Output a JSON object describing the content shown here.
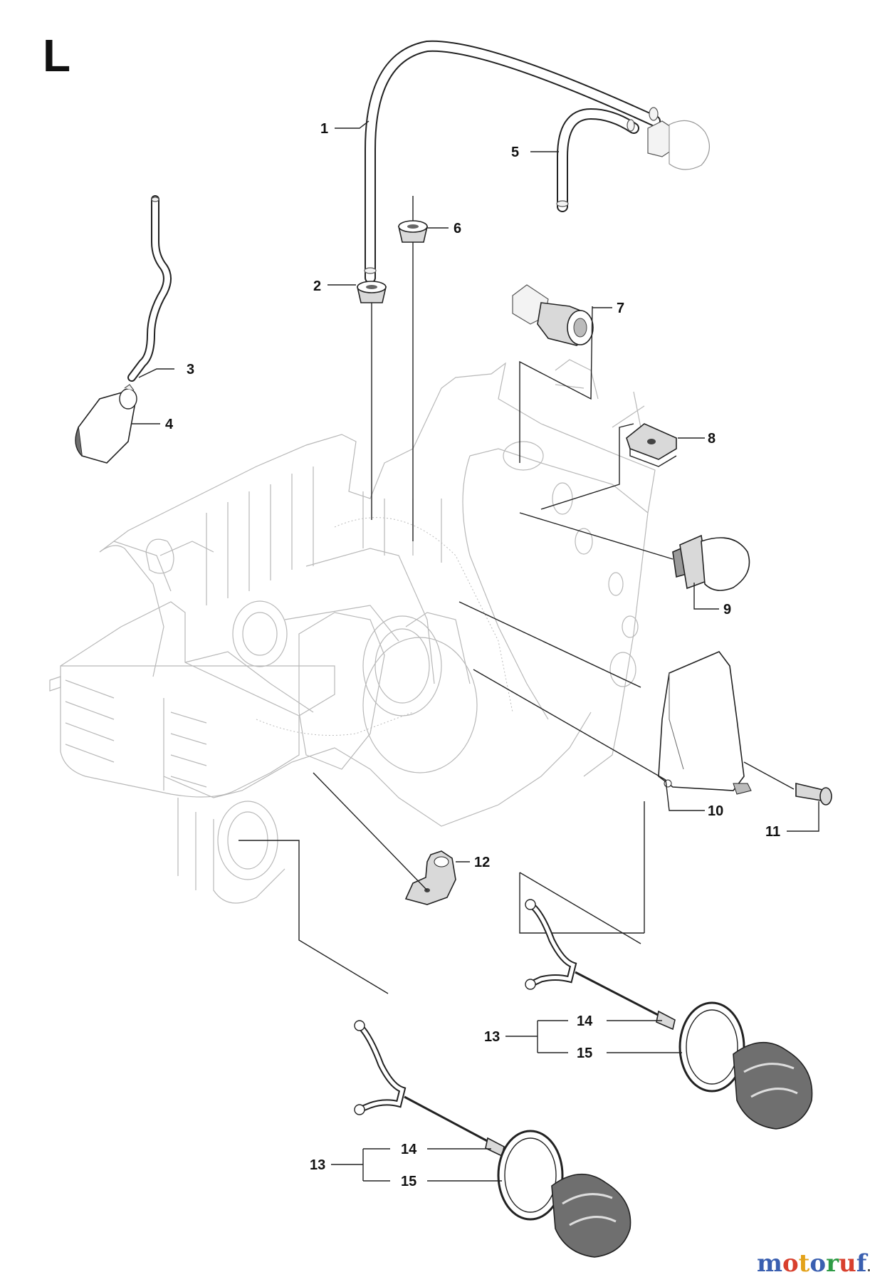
{
  "section_letter": "L",
  "callouts": [
    {
      "id": "c1",
      "label": "1"
    },
    {
      "id": "c2",
      "label": "2"
    },
    {
      "id": "c3",
      "label": "3"
    },
    {
      "id": "c4",
      "label": "4"
    },
    {
      "id": "c5",
      "label": "5"
    },
    {
      "id": "c6",
      "label": "6"
    },
    {
      "id": "c7",
      "label": "7"
    },
    {
      "id": "c8",
      "label": "8"
    },
    {
      "id": "c9",
      "label": "9"
    },
    {
      "id": "c10",
      "label": "10"
    },
    {
      "id": "c11",
      "label": "11"
    },
    {
      "id": "c12",
      "label": "12"
    },
    {
      "id": "c13a",
      "label": "13"
    },
    {
      "id": "c14a",
      "label": "14"
    },
    {
      "id": "c15a",
      "label": "15"
    },
    {
      "id": "c13b",
      "label": "13"
    },
    {
      "id": "c14b",
      "label": "14"
    },
    {
      "id": "c15b",
      "label": "15"
    }
  ],
  "watermark": {
    "letters": [
      "m",
      "o",
      "t",
      "o",
      "r",
      "u",
      "f"
    ],
    "colors": [
      "#3a5fb0",
      "#d8402e",
      "#e3a21a",
      "#3a5fb0",
      "#2e9b45",
      "#d8402e",
      "#3a5fb0"
    ],
    "suffix": ".de"
  }
}
